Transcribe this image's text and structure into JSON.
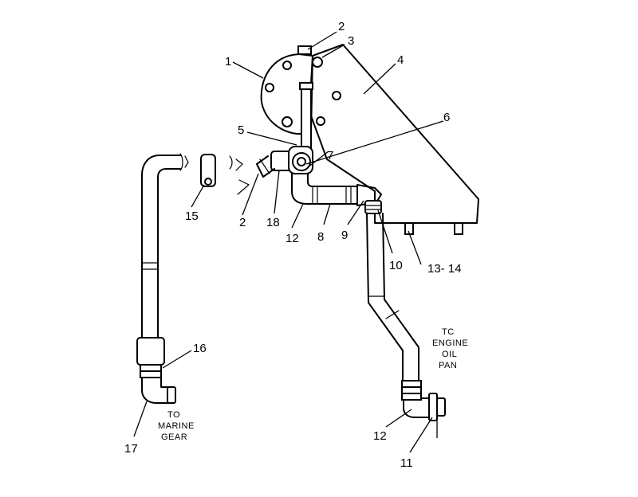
{
  "callouts": [
    {
      "id": "c1",
      "text": "1"
    },
    {
      "id": "c2a",
      "text": "2"
    },
    {
      "id": "c3",
      "text": "3"
    },
    {
      "id": "c4",
      "text": "4"
    },
    {
      "id": "c5",
      "text": "5"
    },
    {
      "id": "c6",
      "text": "6"
    },
    {
      "id": "c7",
      "text": "7"
    },
    {
      "id": "c2b",
      "text": "2"
    },
    {
      "id": "c18",
      "text": "18"
    },
    {
      "id": "c12a",
      "text": "12"
    },
    {
      "id": "c8",
      "text": "8"
    },
    {
      "id": "c9",
      "text": "9"
    },
    {
      "id": "c10",
      "text": "10"
    },
    {
      "id": "c1314",
      "text": "13- 14"
    },
    {
      "id": "c15",
      "text": "15"
    },
    {
      "id": "c16",
      "text": "16"
    },
    {
      "id": "c17",
      "text": "17"
    },
    {
      "id": "c12b",
      "text": "12"
    },
    {
      "id": "c11",
      "text": "11"
    }
  ],
  "notes": {
    "marine_gear": [
      "TO",
      "MARINE",
      "GEAR"
    ],
    "engine_oil_pan": [
      "TC",
      "ENGINE",
      "OIL",
      "PAN"
    ]
  }
}
